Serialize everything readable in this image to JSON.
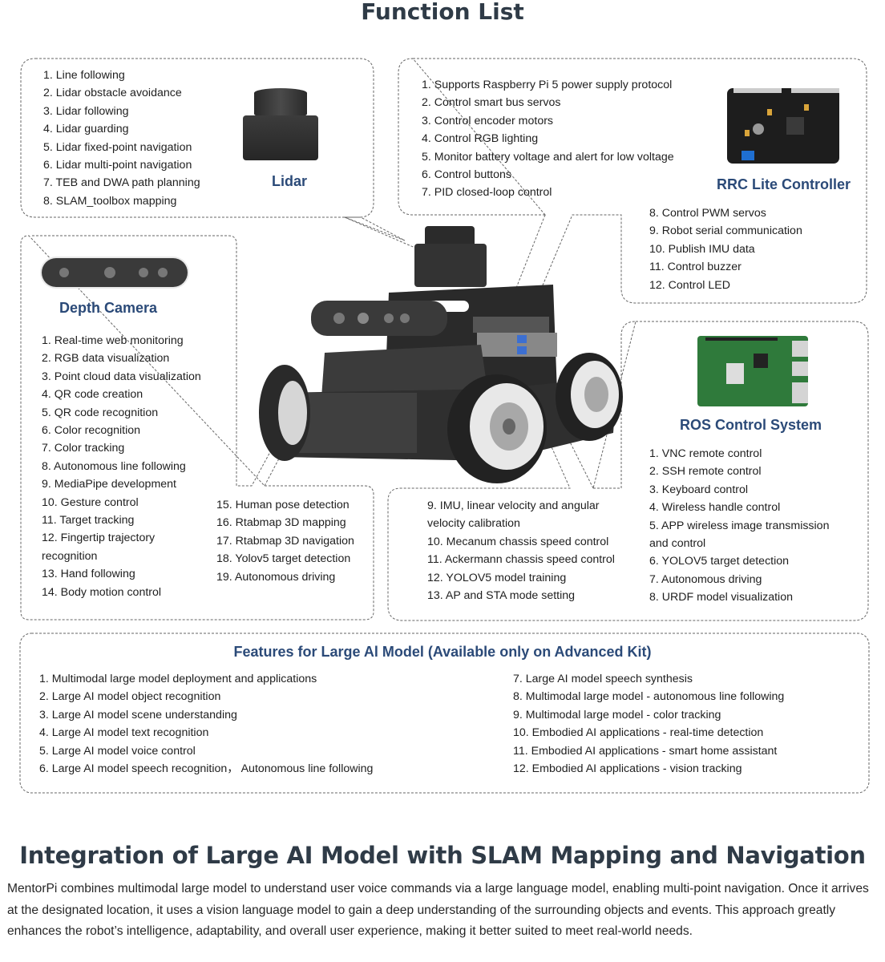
{
  "page": {
    "title": "Function List"
  },
  "lidar": {
    "heading": "Lidar",
    "image_icon": "lidar-sensor-icon",
    "items": [
      "1. Line following",
      "2. Lidar obstacle avoidance",
      "3. Lidar following",
      "4. Lidar guarding",
      "5. Lidar fixed-point navigation",
      "6. Lidar multi-point navigation",
      "7. TEB and DWA path planning",
      "8. SLAM_toolbox mapping"
    ]
  },
  "rrc": {
    "heading": "RRC Lite Controller",
    "image_icon": "controller-board-icon",
    "items_top": [
      "1. Supports Raspberry Pi 5 power supply protocol",
      "2. Control smart bus servos",
      "3.  Control encoder motors",
      "4. Control RGB lighting",
      "5. Monitor battery voltage and alert for low voltage",
      "6. Control buttons",
      "7. PID closed-loop control"
    ],
    "items_bottom": [
      "8. Control PWM servos",
      "9. Robot serial communication",
      "10.  Publish IMU data",
      "11. Control buzzer",
      "12. Control LED"
    ]
  },
  "depth_camera": {
    "heading": "Depth Camera",
    "image_icon": "depth-camera-icon",
    "items_left": [
      "1. Real-time web monitoring",
      "2. RGB data visualization",
      "3. Point cloud data visualization",
      "4. QR code creation",
      "5. QR code recognition",
      "6. Color recognition",
      "7. Color tracking",
      "8. Autonomous line following",
      "9. MediaPipe development",
      "10. Gesture control",
      "11. Target tracking",
      "12. Fingertip trajectory recognition",
      "13. Hand following",
      "14. Body motion control"
    ],
    "items_right": [
      "15. Human pose detection",
      "16. Rtabmap 3D mapping",
      "17. Rtabmap 3D navigation",
      "18. Yolov5 target detection",
      "19. Autonomous driving"
    ]
  },
  "ros": {
    "heading": "ROS Control System",
    "image_icon": "raspberry-pi-board-icon",
    "items_left": [
      "9. IMU, linear velocity and angular velocity calibration",
      "10. Mecanum chassis speed control",
      "11. Ackermann chassis speed control",
      "12. YOLOV5 model training",
      "13.  AP and STA mode setting"
    ],
    "items_right": [
      "1. VNC remote control",
      "2. SSH remote control",
      "3. Keyboard control",
      "4. Wireless handle control",
      "5. APP wireless image transmission and control",
      "6. YOLOV5 target detection",
      "7. Autonomous driving",
      "8. URDF model visualization"
    ]
  },
  "robot": {
    "image_icon": "mentorpi-robot-car-icon"
  },
  "ai_features": {
    "heading": "Features for Large Al Model (Available only on Advanced Kit)",
    "items_left": [
      "1. Multimodal large model deployment and applications",
      "2. Large AI model object recognition",
      "3. Large AI model scene understanding",
      "4. Large AI model text recognition",
      "5. Large AI model voice control",
      "6. Large AI model speech recognition， Autonomous line following"
    ],
    "items_right": [
      "7. Large AI model speech synthesis",
      "8.  Multimodal large model - autonomous line following",
      "9.  Multimodal large model - color tracking",
      "10. Embodied AI applications - real-time detection",
      "11. Embodied AI applications - smart home assistant",
      "12. Embodied AI applications - vision tracking"
    ]
  },
  "integration": {
    "heading": "Integration of Large AI Model with SLAM Mapping and Navigation",
    "paragraph": "MentorPi combines multimodal large model to understand user voice commands via a large language model, enabling multi-point navigation. Once it arrives at the designated location, it uses a vision language model to gain a deep understanding of the surrounding objects and events. This approach greatly enhances the robot’s intelligence, adaptability, and overall user experience, making it better suited to meet real-world needs."
  },
  "colors": {
    "title": "#2f3b47",
    "section_heading": "#2b4a78",
    "border": "#666666"
  }
}
